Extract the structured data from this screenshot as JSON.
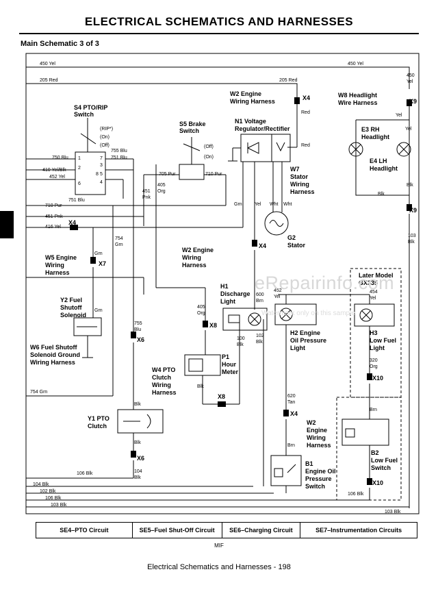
{
  "header": {
    "title": "ELECTRICAL   SCHEMATICS AND HARNESSES",
    "subtitle": "Main Schematic 3 of 3"
  },
  "watermark": {
    "text": "eRepairinfo.com",
    "sub": "Watermark only on this sample"
  },
  "components": {
    "s4": [
      "S4 PTO/RIP",
      "Switch"
    ],
    "s5": [
      "S5 Brake",
      "Switch"
    ],
    "n1": [
      "N1 Voltage",
      "Regulator/Rectifier"
    ],
    "w2a": [
      "W2 Engine",
      "Wiring Harness"
    ],
    "w8": [
      "W8 Headlight",
      "Wire Harness"
    ],
    "e3": [
      "E3 RH",
      "Headlight"
    ],
    "e4": [
      "E4 LH",
      "Headlight"
    ],
    "w7": [
      "W7",
      "Stator",
      "Wiring",
      "Harness"
    ],
    "g2": [
      "G2",
      "Stator"
    ],
    "w2b": [
      "W2 Engine",
      "Wiring",
      "Harness"
    ],
    "w5": [
      "W5 Engine",
      "Wiring",
      "Harness"
    ],
    "y2": [
      "Y2 Fuel",
      "Shutoff",
      "Solenoid"
    ],
    "w6": [
      "W6 Fuel Shutoff",
      "Solenoid Ground",
      "Wiring Harness"
    ],
    "h1": [
      "H1",
      "Discharge",
      "Light"
    ],
    "h2": [
      "H2 Engine",
      "Oil Pressure",
      "Light"
    ],
    "later": [
      "Later Model",
      "GX335"
    ],
    "h3": [
      "H3",
      "Low Fuel",
      "Light"
    ],
    "p1": [
      "P1",
      "Hour",
      "Meter"
    ],
    "w4": [
      "W4 PTO",
      "Clutch",
      "Wiring",
      "Harness"
    ],
    "y1": [
      "Y1 PTO",
      "Clutch"
    ],
    "w2c": [
      "W2",
      "Engine",
      "Wiring",
      "Harness"
    ],
    "b1": [
      "B1",
      "Engine Oil",
      "Pressure",
      "Switch"
    ],
    "b2": [
      "B2",
      "Low Fuel",
      "Switch"
    ]
  },
  "switch_positions": {
    "rip": "(RIP*)",
    "on": "(On)",
    "off": "(Off)"
  },
  "terminals": [
    "1",
    "2",
    "3",
    "4",
    "5",
    "6",
    "7",
    "8"
  ],
  "connectors": [
    "X4",
    "X9",
    "X9",
    "X4",
    "X4",
    "X7",
    "X8",
    "X6",
    "X8",
    "X6",
    "X4",
    "X10",
    "X10"
  ],
  "wires": {
    "w450yel": "450 Yel",
    "w450yel2": "450 Yel",
    "w450yel3": "450",
    "w450yel3b": "Yel",
    "w205red": "205 Red",
    "w205red2": "205 Red",
    "wred": "Red",
    "wred2": "Red",
    "w750": "750 Blu",
    "w755": "755 Blu",
    "w751": "751 Blu",
    "w410": "410 Yel/Blk",
    "w452": "452 Yel",
    "w751b": "751 Blu",
    "w710": "710 Pur",
    "w705": "705 Pur",
    "w710b": "710 Pur",
    "w405": "405",
    "w405b": "Org",
    "w451": "451",
    "w451b": "Pnk",
    "w451pnk": "451 Pnk",
    "w416": "416 Yel",
    "w754": "754",
    "w754b": "Grn",
    "wgrn": "Grn",
    "wgrn2": "Grn",
    "wgrn3": "Grn",
    "wyel": "Yel",
    "wwht": "Wht",
    "wwht2": "Wht",
    "wyel2": "Yel",
    "wyel3": "Yel",
    "wblk": "Blk",
    "wblk2": "Blk",
    "w103": "103",
    "w103b": "Blk",
    "w600": "600",
    "w600b": "Brn",
    "w405c": "405",
    "w405d": "Org",
    "w755c": "755",
    "w755d": "Blu",
    "w100": "100",
    "w100b": "Blk",
    "w102": "102",
    "w102b": "Blk",
    "w452b": "452",
    "w452c": "Yel",
    "w454": "454",
    "w454b": "Yel",
    "w320": "320",
    "w320b": "Org",
    "w620": "620",
    "w620b": "Tan",
    "wbrn": "Brn",
    "wbrn2": "Brn",
    "wblk3": "Blk",
    "wblk4": "Blk",
    "wblk5": "Blk",
    "w104": "104",
    "w104b": "Blk",
    "w106": "106 Blk",
    "w106b": "106 Blk",
    "w104blk": "104 Blk",
    "w102blk": "102 Blk",
    "w106blk": "106 Blk",
    "w103blk": "103 Blk",
    "w103blk2": "103 Blk",
    "w754grn": "754 Grn"
  },
  "circuits": [
    "SE4–PTO Circuit",
    "SE5–Fuel Shut-Off Circuit",
    "SE6–Charging Circuit",
    "SE7–Instrumentation Circuits"
  ],
  "footer": {
    "mif": "MIF",
    "text": "Electrical   Schematics and Harnesses  - 198"
  }
}
